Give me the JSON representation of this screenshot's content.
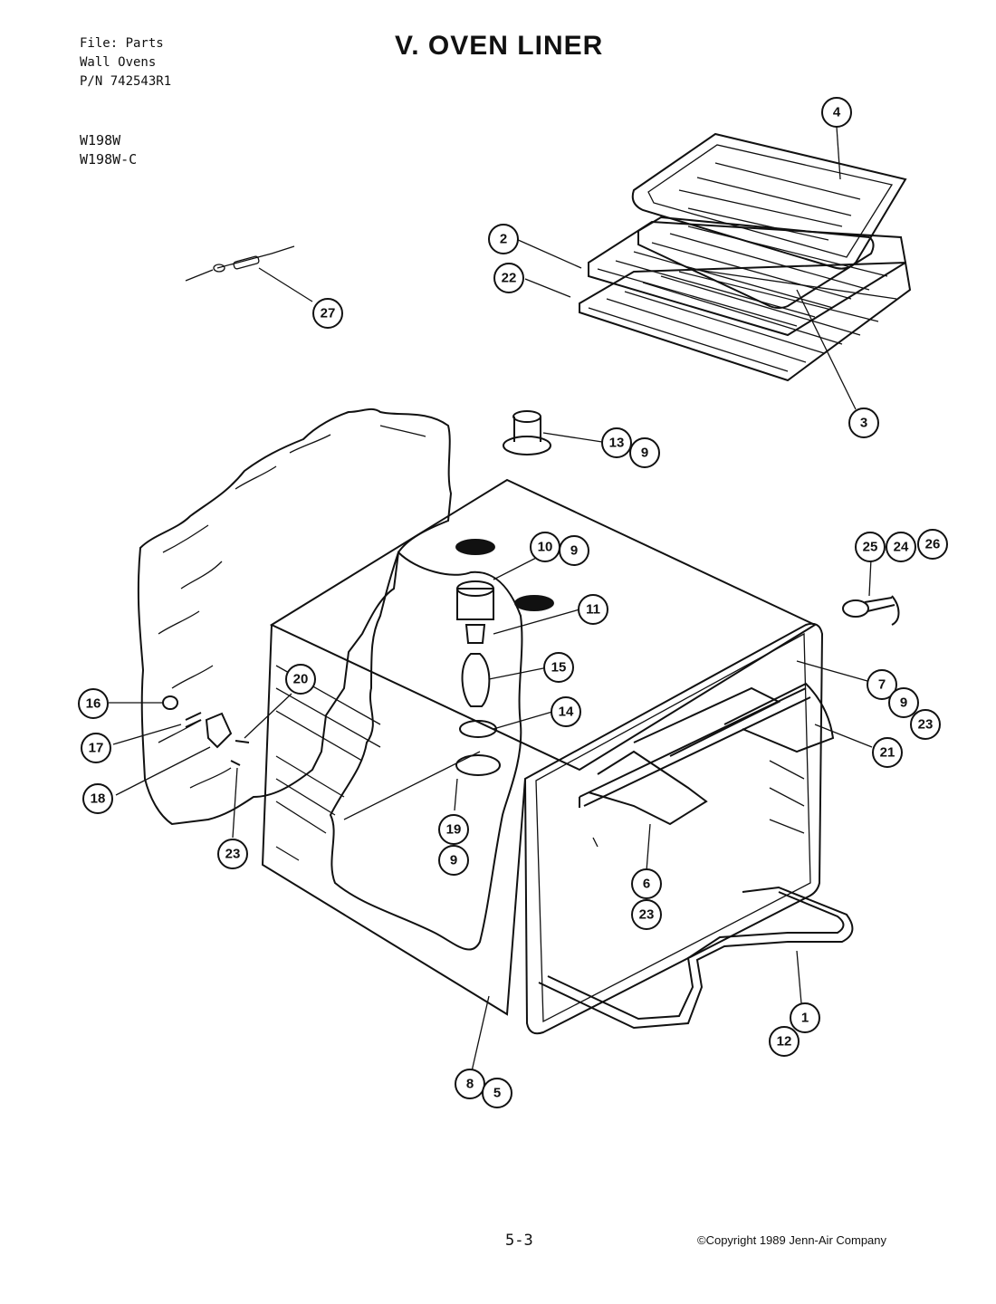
{
  "header": {
    "file_line": "File: Parts",
    "category_line": "Wall Ovens",
    "part_number_line": "P/N 742543R1"
  },
  "models": [
    "W198W",
    "W198W-C"
  ],
  "title": "V. OVEN LINER",
  "footer": {
    "page_number": "5-3",
    "copyright": "©Copyright 1989 Jenn-Air Company"
  },
  "callouts": [
    "1",
    "2",
    "3",
    "4",
    "5",
    "6",
    "7",
    "8",
    "9",
    "10",
    "11",
    "12",
    "13",
    "14",
    "15",
    "16",
    "17",
    "18",
    "19",
    "20",
    "21",
    "22",
    "23",
    "24",
    "25",
    "26",
    "27"
  ]
}
